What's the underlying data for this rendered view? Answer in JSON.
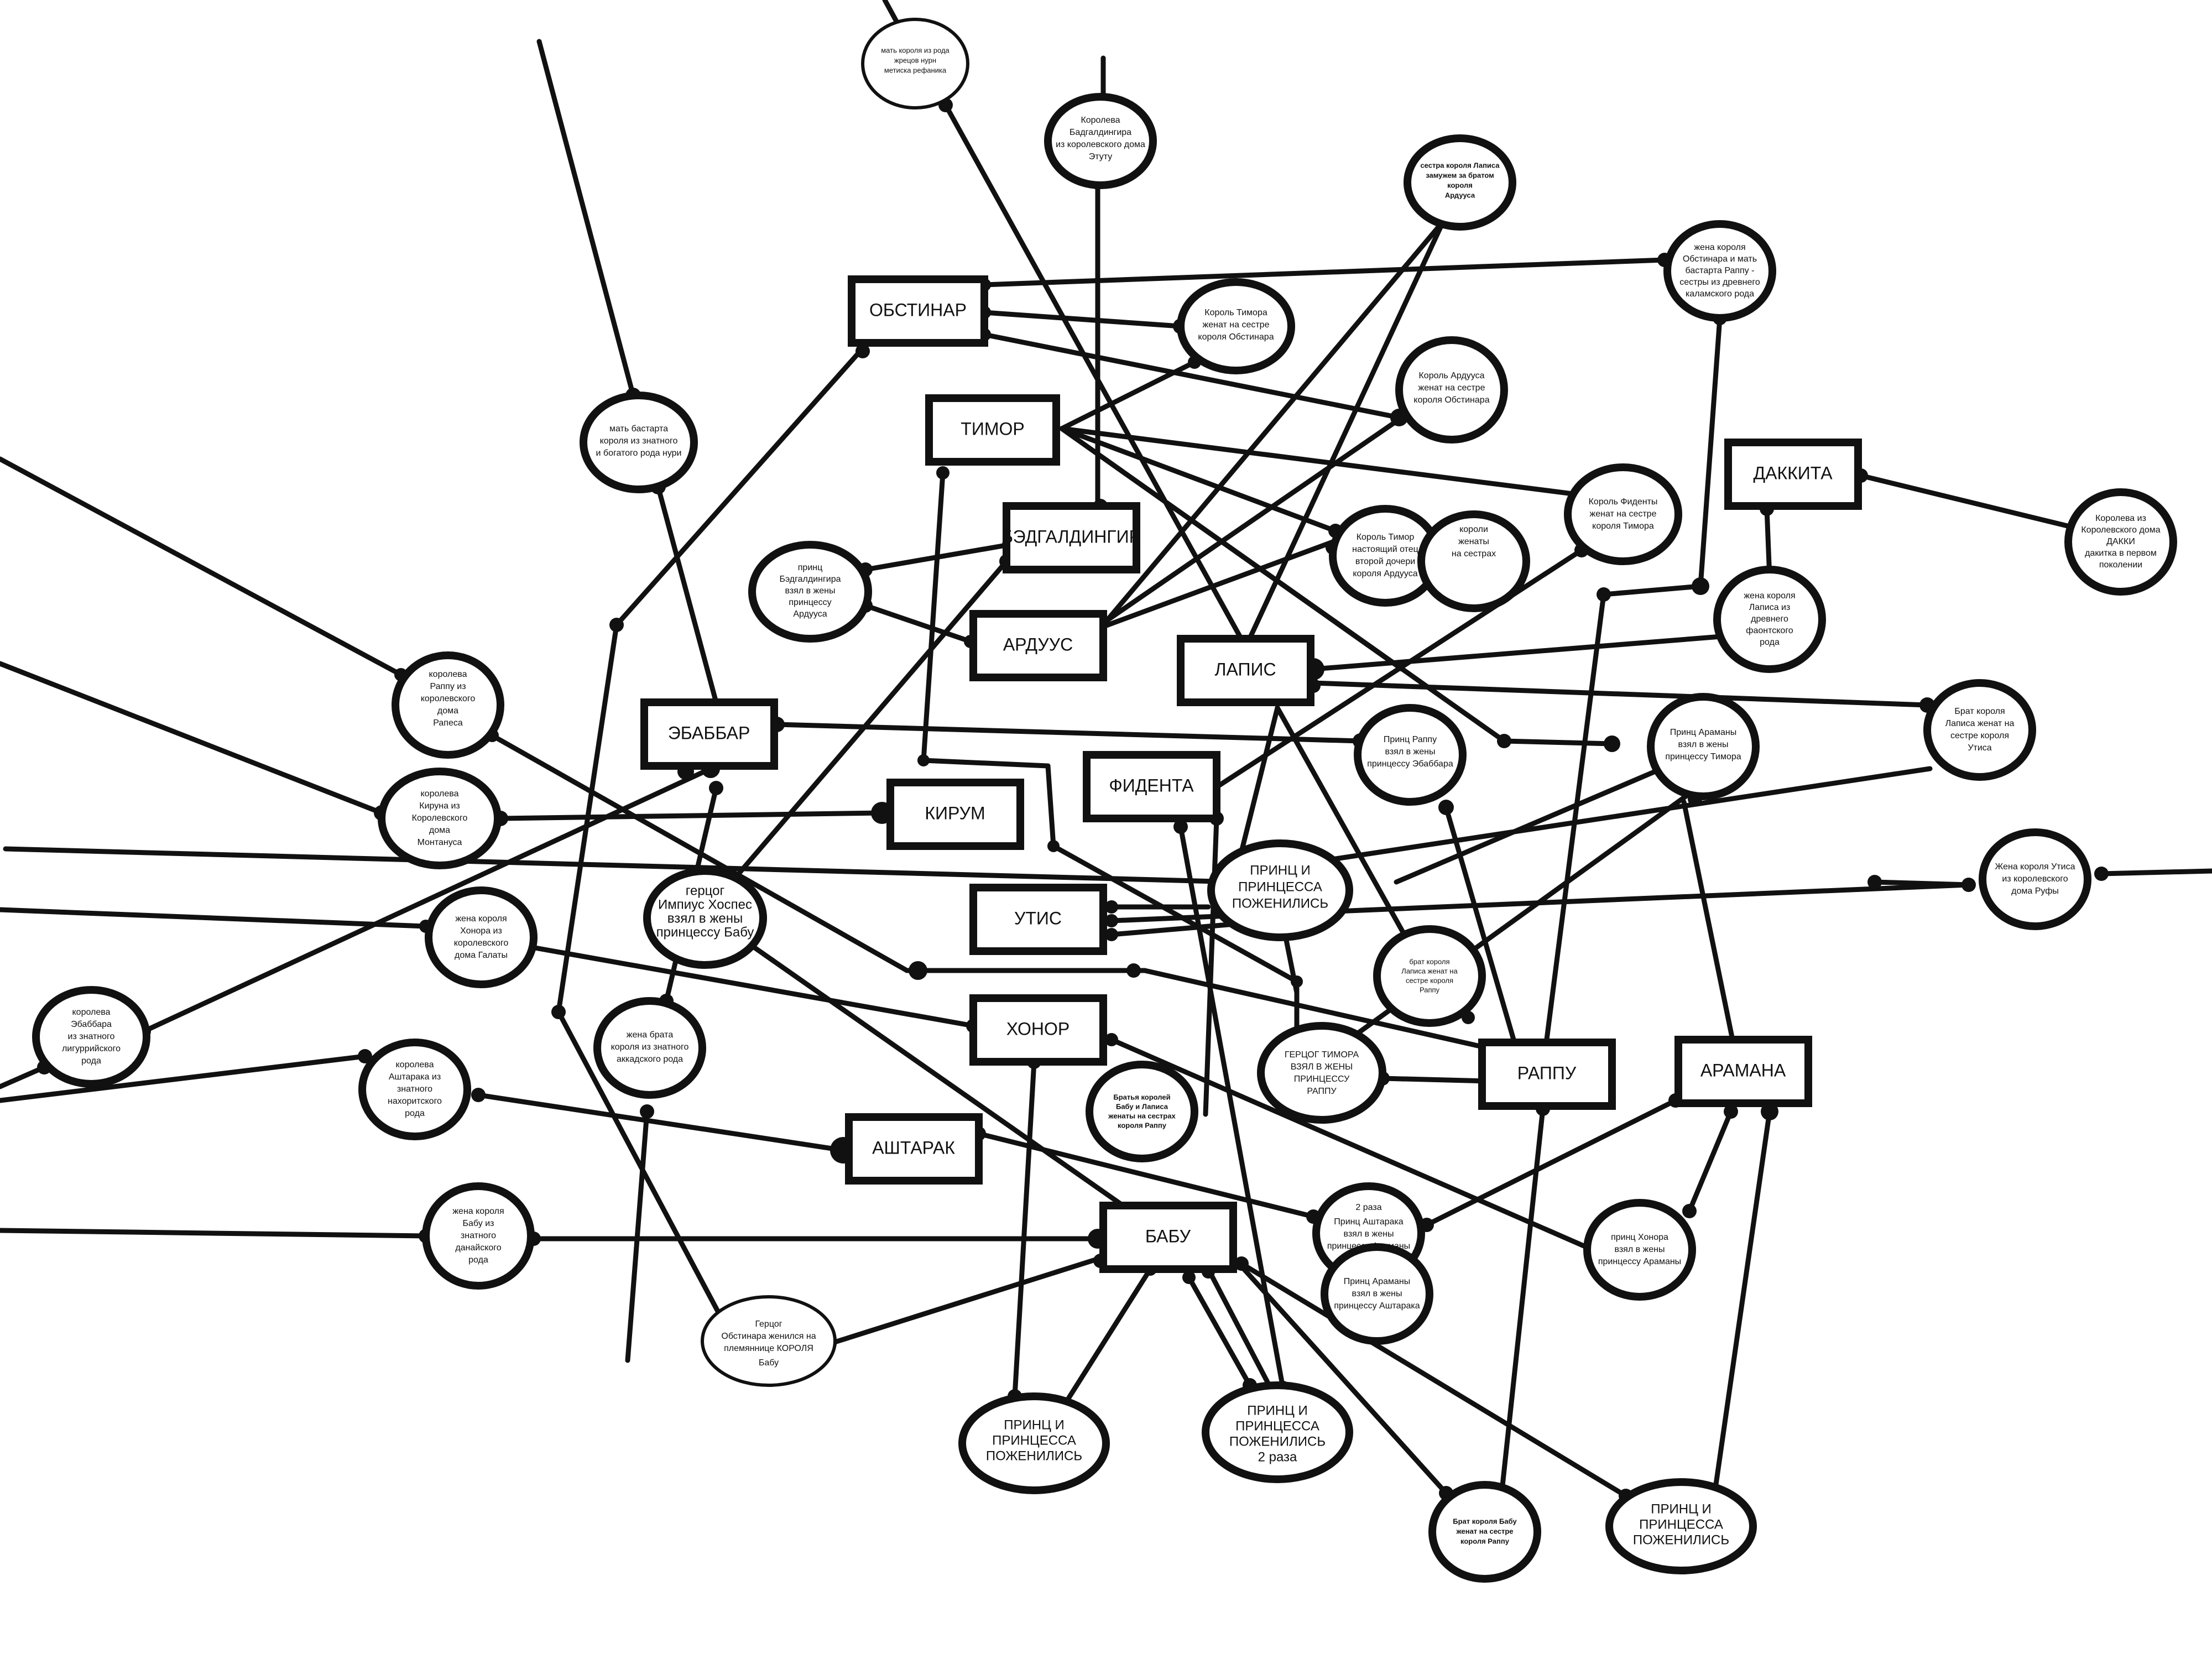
{
  "colors": {
    "line": "#111111",
    "fill": "#ffffff"
  },
  "kingdoms": {
    "obstinar": "ОБСТИНАР",
    "timor": "ТИМОР",
    "badgaldingir": "БЭДГАЛДИНГИР",
    "arduus": "АРДУУС",
    "lapis": "ЛАПИС",
    "dakkita": "ДАККИТА",
    "ebabbar": "ЭБАББАР",
    "fidenta": "ФИДЕНТА",
    "kirum": "КИРУМ",
    "utis": "УТИС",
    "honor": "ХОНОР",
    "rappu": "РАППУ",
    "aramana": "АРАМАНА",
    "ashtarak": "АШТАРАК",
    "babu": "БАБУ"
  },
  "notes": {
    "mother_priest": [
      "мать короля из рода",
      "жрецов нурн",
      "метиска рефаника"
    ],
    "queen_badgaldingir": [
      "Королева",
      "Бадгалдингира",
      "из королевского дома",
      "Этуту"
    ],
    "sister_lapis": [
      "сестра короля Лаписа",
      "замужем за братом",
      "короля",
      "Ардууса"
    ],
    "wife_obstinar": [
      "жена короля",
      "Обстинара и мать",
      "бастарта Раппу -",
      "сестры из древнего",
      "каламского рода"
    ],
    "king_timor_obst": [
      "Король Тимора",
      "женат на сестре",
      "короля Обстинара"
    ],
    "king_arduus_obst": [
      "Король Ардууса",
      "женат на сестре",
      "короля Обстинара"
    ],
    "mother_bastard": [
      "мать бастарта",
      "короля из знатного",
      "и богатого рода нури"
    ],
    "king_fidenta": [
      "Король Фиденты",
      "женат на сестре",
      "короля Тимора"
    ],
    "queen_dakki": [
      "Королева из",
      "Королевского дома",
      "ДАККИ",
      "дакитка в первом",
      "поколении"
    ],
    "prince_badg": [
      "принц",
      "Бэдгалдингира",
      "взял в жены",
      "принцессу",
      "Ардууса"
    ],
    "king_timor_father": [
      "Король Тимор",
      "настоящий отец",
      "второй дочери",
      "короля Ардууса"
    ],
    "kings_sisters": [
      "короли",
      "женаты",
      "на сестрах"
    ],
    "wife_lapis": [
      "жена короля",
      "Лаписа из",
      "древнего",
      "фаонтского",
      "рода"
    ],
    "queen_rappu": [
      "королева",
      "Раппу из",
      "королевского",
      "дома",
      "Рапеса"
    ],
    "prince_rappu": [
      "Принц Раппу",
      "взял в жены",
      "принцессу Эбаббара"
    ],
    "prince_aramana": [
      "Принц Араманы",
      "взял в жены",
      "принцессу Тимора"
    ],
    "brother_lapis": [
      "Брат короля",
      "Лаписа женат на",
      "сестре короля",
      "Утиса"
    ],
    "queen_kirum": [
      "королева",
      "Кируна из",
      "Королевского",
      "дома",
      "Монтануса"
    ],
    "duke_impius": [
      "герцог",
      "Импиус Хоспес",
      "взял в жены",
      "принцессу Бабу"
    ],
    "married_utis": [
      "ПРИНЦ И",
      "ПРИНЦЕССА",
      "ПОЖЕНИЛИСЬ"
    ],
    "wife_utis": [
      "Жена короля Утиса",
      "из королевского",
      "дома Руфы"
    ],
    "wife_honor": [
      "жена короля",
      "Хонора из",
      "королевского",
      "дома Галаты"
    ],
    "brother_lapis_rappu": [
      "брат короля",
      "Лаписа женат на",
      "сестре короля",
      "Раппу"
    ],
    "queen_ebabbar": [
      "королева",
      "Эбаббара",
      "из знатного",
      "лигуррийского",
      "рода"
    ],
    "wife_brother_akkad": [
      "жена брата",
      "короля из знатного",
      "аккадского рода"
    ],
    "duke_timor": [
      "ГЕРЦОГ ТИМОРА",
      "ВЗЯЛ В ЖЕНЫ",
      "ПРИНЦЕССУ",
      "РАППУ"
    ],
    "queen_ashtarak": [
      "королева",
      "Аштарака из",
      "знатного",
      "нахоритского",
      "рода"
    ],
    "brothers_babu_lapis": [
      "Братья королей",
      "Бабу и Лаписа",
      "женаты на сестрах",
      "короля Раппу"
    ],
    "prince_ashtarak": [
      "2 раза",
      "Принц Аштарака",
      "взял в жены",
      "принцессу Араманы"
    ],
    "prince_honor": [
      "принц Хонора",
      "взял в жены",
      "принцессу Араманы"
    ],
    "prince_aramana2": [
      "Принц Араманы",
      "взял в жены",
      "принцессу Аштарака"
    ],
    "wife_babu": [
      "жена короля",
      "Бабу из",
      "знатного",
      "данайского",
      "рода"
    ],
    "duke_obstinar": [
      "Герцог",
      "Обстинара женился на",
      "племяннице КОРОЛЯ",
      "Бабу"
    ],
    "married_a": [
      "ПРИНЦ И",
      "ПРИНЦЕССА",
      "ПОЖЕНИЛИСЬ"
    ],
    "married_b": [
      "ПРИНЦ И",
      "ПРИНЦЕССА",
      "ПОЖЕНИЛИСЬ",
      "2 раза"
    ],
    "brother_babu": [
      "Брат короля Бабу",
      "женат на сестре",
      "короля Раппу"
    ],
    "married_c": [
      "ПРИНЦ И",
      "ПРИНЦЕССА",
      "ПОЖЕНИЛИСЬ"
    ]
  }
}
